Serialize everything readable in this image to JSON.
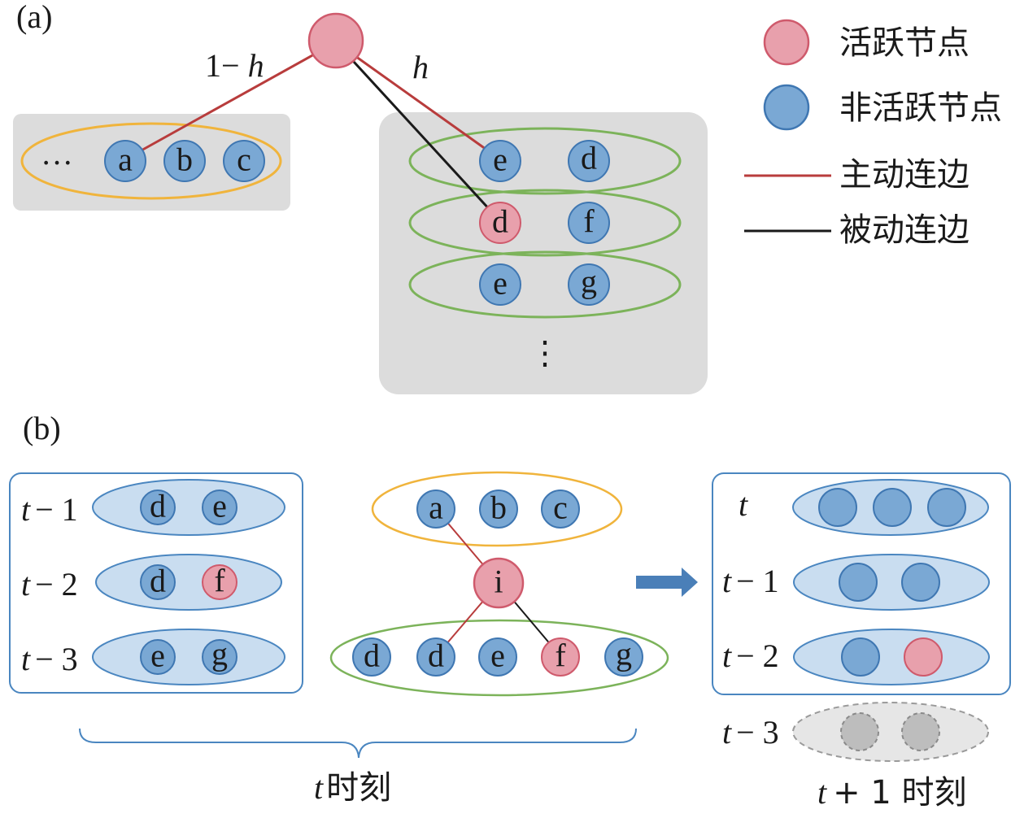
{
  "panel_a": {
    "label": "(a)",
    "left_weight": "1−",
    "h": "h",
    "right_weight": "h",
    "left_ellipsis": "···",
    "left_nodes": [
      "a",
      "b",
      "c"
    ],
    "right_rows": [
      [
        "e",
        "d"
      ],
      [
        "d",
        "f"
      ],
      [
        "e",
        "g"
      ]
    ],
    "vertical_ellipsis": "⋮"
  },
  "legend": {
    "active": "活跃节点",
    "inactive": "非活跃节点",
    "active_edge": "主动连边",
    "passive_edge": "被动连边"
  },
  "panel_b": {
    "label": "(b)",
    "history": [
      {
        "t": "t",
        "offset": "− 1",
        "nodes": [
          "d",
          "e"
        ]
      },
      {
        "t": "t",
        "offset": "− 2",
        "nodes": [
          "d",
          "f"
        ]
      },
      {
        "t": "t",
        "offset": "− 3",
        "nodes": [
          "e",
          "g"
        ]
      }
    ],
    "center_top_nodes": [
      "a",
      "b",
      "c"
    ],
    "center_node": "i",
    "center_bottom_nodes": [
      "d",
      "d",
      "e",
      "f",
      "g"
    ],
    "right_rows": [
      {
        "t": "t",
        "offset": ""
      },
      {
        "t": "t",
        "offset": "− 1"
      },
      {
        "t": "t",
        "offset": "− 2"
      },
      {
        "t": "t",
        "offset": "− 3"
      }
    ],
    "caption_t": "t",
    "caption_t_rest": "时刻",
    "caption_t1": "t",
    "caption_t1_rest": "+ 1 时刻"
  },
  "colors": {
    "active_fill": "#e8a0ac",
    "active_stroke": "#cf5a6c",
    "inactive_fill": "#7aa8d4",
    "inactive_stroke": "#3f77b2",
    "active_edge": "#b83c3c",
    "passive_edge": "#1a1a1a",
    "grey_box": "#dcdcdc",
    "orange_ring": "#f0b43c",
    "green_ring": "#7cb35a",
    "blue_frame": "#4a86c0",
    "light_blue_fill": "#c9ddf0"
  }
}
